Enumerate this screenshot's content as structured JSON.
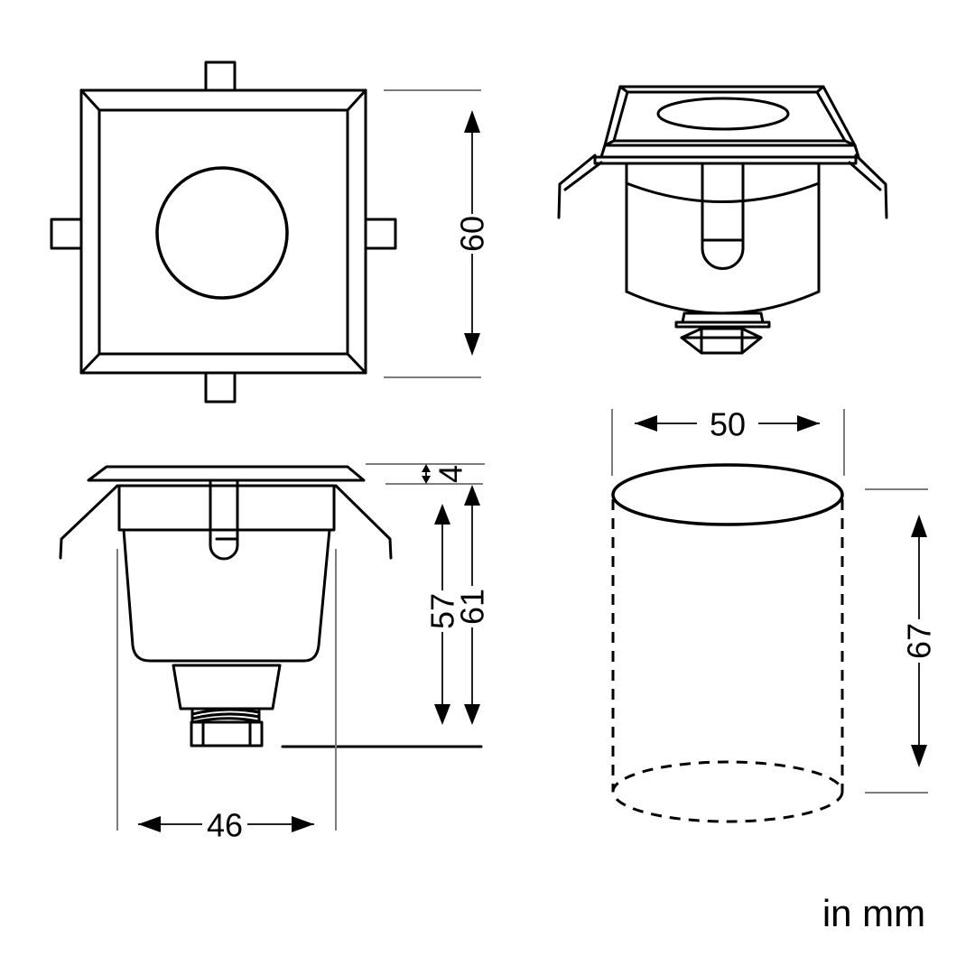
{
  "note_label": "in mm",
  "views": {
    "top_view": {
      "height_mm": "60"
    },
    "side_view": {
      "plate_thickness_mm": "4",
      "body_depth_mm": "57",
      "overall_depth_mm": "61",
      "body_width_mm": "46"
    },
    "cutout_view": {
      "hole_diameter_mm": "50",
      "hole_depth_mm": "67"
    }
  },
  "colors": {
    "outline": "#000000",
    "dimension_line": "#222222",
    "extension_line": "#7d7d7d",
    "background": "#ffffff"
  }
}
